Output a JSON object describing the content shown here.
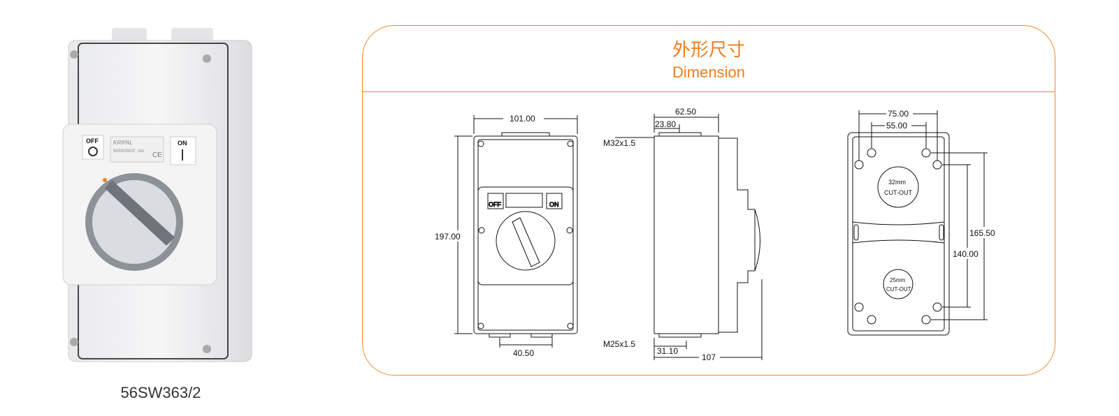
{
  "product": {
    "model": "56SW363/2",
    "label": {
      "off": "OFF",
      "on": "ON",
      "brand": "KRIPAL",
      "code": "56SW350/2",
      "rating": "32A",
      "ce": "CE"
    }
  },
  "panel": {
    "title_cn": "外形尺寸",
    "title_en": "Dimension"
  },
  "front_view": {
    "width": "101.00",
    "height": "197.00",
    "bottom": "40.50",
    "off": "OFF",
    "on": "ON"
  },
  "side_view": {
    "depth": "62.50",
    "offset_top": "23.80",
    "thread_top": "M32x1.5",
    "thread_bottom": "M25x1.5",
    "offset_bottom": "31.10",
    "total_depth": "107"
  },
  "back_view": {
    "w1": "75.00",
    "w2": "55.00",
    "h1": "165.50",
    "h2": "140.00",
    "cutout_top_size": "32mm",
    "cutout_top_label": "CUT-OUT",
    "cutout_bottom_size": "25mm",
    "cutout_bottom_label": "CUT-OUT"
  },
  "colors": {
    "accent": "#ef8a2c"
  }
}
